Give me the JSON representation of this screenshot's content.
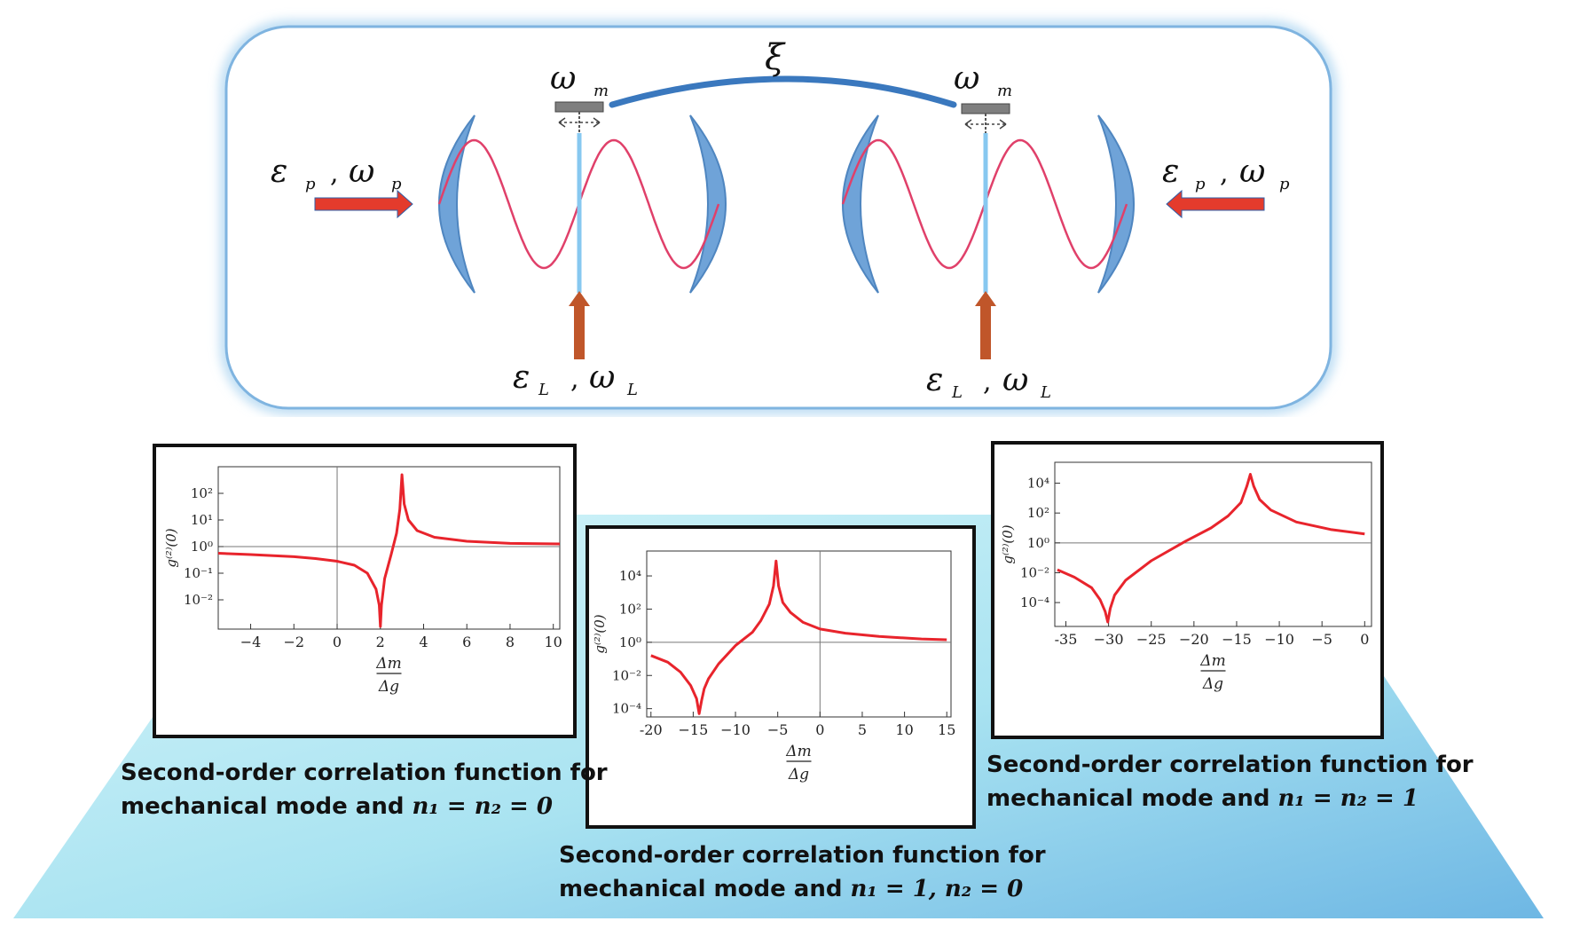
{
  "diagram": {
    "coupling_label": "ξ",
    "mech_freq_label": "ω",
    "mech_freq_sub": "m",
    "probe_eps": "ε",
    "probe_eps_sub": "p",
    "probe_omega": "ω",
    "probe_omega_sub": "p",
    "pump_eps": "ε",
    "pump_eps_sub": "L",
    "pump_omega": "ω",
    "pump_omega_sub": "L",
    "comma": ",",
    "colors": {
      "box_border": "#7fb4e0",
      "mirror": "#6fa3d8",
      "mirror_edge": "#4f86c0",
      "cavity_field": "#e0406a",
      "membrane": "#87c8f0",
      "coupling_line": "#3a78be",
      "probe_arrow": "#e43b2c",
      "pump_arrow": "#c0562a",
      "stand_bg": "#a8e6f2"
    }
  },
  "captions": {
    "left_line1": "Second-order correlation function for",
    "left_line2": "mechanical mode and",
    "left_math": "n₁ = n₂ = 0",
    "middle_line1": "Second-order correlation function for",
    "middle_line2": "mechanical mode and",
    "middle_math": "n₁ = 1, n₂ = 0",
    "right_line1": "Second-order correlation function for",
    "right_line2": "mechanical mode and",
    "right_math": "n₁ = n₂ = 1"
  },
  "chart_data": [
    {
      "type": "line",
      "title": "",
      "xlabel_num": "Δm",
      "xlabel_den": "Δg",
      "ylabel": "g⁽²⁾(0)",
      "xlim": [
        -5.5,
        10.3
      ],
      "ylim_log10": [
        -3.1,
        3.0
      ],
      "log_y": true,
      "grid": false,
      "x_ticks": [
        -4,
        -2,
        0,
        2,
        4,
        6,
        8,
        10
      ],
      "x_tick_labels": [
        "−4",
        "−2",
        "0",
        "2",
        "4",
        "6",
        "8",
        "10"
      ],
      "y_ticks_exp": [
        -2,
        -1,
        0,
        1,
        2
      ],
      "y_tick_labels": [
        "10⁻²",
        "10⁻¹",
        "10⁰",
        "10¹",
        "10²"
      ],
      "reference_lines": {
        "x": 0,
        "y_exp": 0
      },
      "series": [
        {
          "x": [
            -5.5,
            -4,
            -2,
            -1,
            0,
            0.8,
            1.4,
            1.8,
            1.95,
            2.0,
            2.05,
            2.2,
            2.5,
            2.75,
            2.9,
            3.0,
            3.1,
            3.3,
            3.7,
            4.5,
            6,
            8,
            10.3
          ],
          "y_log10": [
            -0.25,
            -0.3,
            -0.38,
            -0.45,
            -0.55,
            -0.7,
            -1.0,
            -1.6,
            -2.2,
            -3.0,
            -2.2,
            -1.2,
            -0.3,
            0.5,
            1.4,
            2.7,
            1.6,
            1.0,
            0.6,
            0.35,
            0.2,
            0.12,
            0.1
          ]
        }
      ],
      "line_color": "#e8242c"
    },
    {
      "type": "line",
      "title": "",
      "xlabel_num": "Δm",
      "xlabel_den": "Δg",
      "ylabel": "g⁽²⁾(0)",
      "xlim": [
        -20.5,
        15.5
      ],
      "ylim_log10": [
        -4.5,
        5.5
      ],
      "log_y": true,
      "grid": false,
      "x_ticks": [
        -20,
        -15,
        -10,
        -5,
        0,
        5,
        10,
        15
      ],
      "x_tick_labels": [
        "-20",
        "−15",
        "−10",
        "−5",
        "0",
        "5",
        "10",
        "15"
      ],
      "y_ticks_exp": [
        -4,
        -2,
        0,
        2,
        4
      ],
      "y_tick_labels": [
        "10⁻⁴",
        "10⁻²",
        "10⁰",
        "10²",
        "10⁴"
      ],
      "reference_lines": {
        "x": 0,
        "y_exp": 0
      },
      "series": [
        {
          "x": [
            -20,
            -18,
            -16.5,
            -15.3,
            -14.6,
            -14.3,
            -14.0,
            -13.7,
            -13.2,
            -12,
            -10,
            -8,
            -7,
            -6,
            -5.5,
            -5.2,
            -4.9,
            -4.4,
            -3.5,
            -2,
            0,
            3,
            7,
            12,
            15
          ],
          "y_log10": [
            -0.8,
            -1.2,
            -1.8,
            -2.6,
            -3.4,
            -4.3,
            -3.5,
            -2.8,
            -2.2,
            -1.3,
            -0.2,
            0.6,
            1.3,
            2.3,
            3.4,
            4.9,
            3.4,
            2.4,
            1.8,
            1.2,
            0.8,
            0.55,
            0.35,
            0.2,
            0.15
          ]
        }
      ],
      "line_color": "#e8242c"
    },
    {
      "type": "line",
      "title": "",
      "xlabel_num": "Δm",
      "xlabel_den": "Δg",
      "ylabel": "g⁽²⁾(0)",
      "xlim": [
        -36.3,
        0.8
      ],
      "ylim_log10": [
        -5.6,
        5.4
      ],
      "log_y": true,
      "grid": false,
      "x_ticks": [
        -35,
        -30,
        -25,
        -20,
        -15,
        -10,
        -5,
        0
      ],
      "x_tick_labels": [
        "-35",
        "−30",
        "−25",
        "−20",
        "−15",
        "−10",
        "−5",
        "0"
      ],
      "y_ticks_exp": [
        -4,
        -2,
        0,
        2,
        4
      ],
      "y_tick_labels": [
        "10⁻⁴",
        "10⁻²",
        "10⁰",
        "10²",
        "10⁴"
      ],
      "reference_lines": {
        "y_exp": 0
      },
      "series": [
        {
          "x": [
            -36,
            -34,
            -32,
            -31,
            -30.4,
            -30.1,
            -29.8,
            -29.3,
            -28,
            -25,
            -21,
            -18,
            -16,
            -14.5,
            -13.8,
            -13.4,
            -13.0,
            -12.3,
            -11,
            -8,
            -4,
            0
          ],
          "y_log10": [
            -1.8,
            -2.3,
            -3.0,
            -3.8,
            -4.6,
            -5.3,
            -4.4,
            -3.5,
            -2.5,
            -1.2,
            0.1,
            1.0,
            1.8,
            2.7,
            3.8,
            4.6,
            3.8,
            2.9,
            2.2,
            1.4,
            0.9,
            0.6
          ]
        }
      ],
      "line_color": "#e8242c"
    }
  ]
}
